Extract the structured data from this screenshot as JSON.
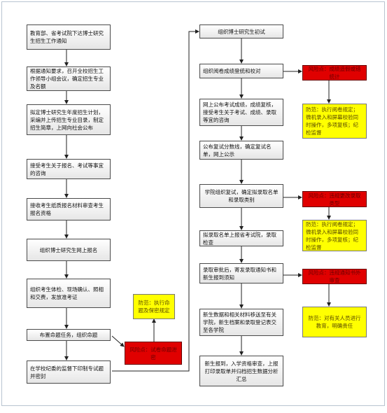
{
  "left_steps": [
    "教育部、省考试院下达博士研究生招生工作通知",
    "根据通知要求，召开全校招生工作领导小组会议，确定招生专业及名额",
    "拟定博士研究生年度招生计划，采编并上传招生专业目录，制定招生简章，上网向社会公布",
    "接受考生关于报名、考试等事宜的咨询",
    "接收考生纸质报名材料审查考生报名资格",
    "组织博士研究生网上报名",
    "组织考生体检、现场确认、照相和交费，发放准考证",
    "布置命题任务，组织命题",
    "在学校纪委的监督下印制专试题并密封"
  ],
  "right_steps": [
    "组织博士研究生初试",
    "组织阅卷成绩登统和校对",
    "网上公布考试成绩，成绩复核，接受考生关于考试、成绩、录取等宜的咨询",
    "公布复试分数线，确定复试名单，网上公示",
    "学院组织复试，确定拟录取名单和录取类别",
    "拟录取名单上报省考试院，录取检查",
    "录取审批后，寄发录取通知书和新生报到须知",
    "新生数据和相关材料移送至有关学院，新生档案和录取登记表交至各学院",
    "新生报到，入学资格审查，上报打印录取单并归档招生数据分析汇总"
  ],
  "risk_notes": [
    "风险点：成绩造假或错统计",
    "风险点：违规更改录取类型",
    "风险点：违规通知书外审查",
    "风险点：试卷命题泄密"
  ],
  "prevention_notes": [
    "防范：执行阅卷规定；微机录入和屏幕校验同时操作，多项复核；纪检监督",
    "防范：执行阅卷规定；微机录入和屏幕校验同时操作，多项复核；纪检监督",
    "防范：对有关人员进行教育，明确责任",
    "防范：执行命题及保密规定"
  ]
}
